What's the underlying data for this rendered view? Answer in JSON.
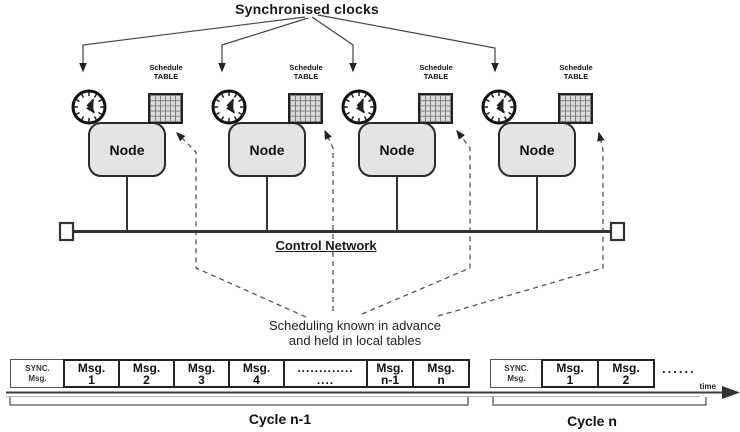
{
  "diagram": {
    "title": "Synchronised clocks",
    "network_label": "Control Network",
    "note_line1": "Scheduling known in advance",
    "note_line2": "and held in local tables",
    "nodes": [
      {
        "label": "Node",
        "schedule_line1": "Schedule",
        "schedule_line2": "TABLE"
      },
      {
        "label": "Node",
        "schedule_line1": "Schedule",
        "schedule_line2": "TABLE"
      },
      {
        "label": "Node",
        "schedule_line1": "Schedule",
        "schedule_line2": "TABLE"
      },
      {
        "label": "Node",
        "schedule_line1": "Schedule",
        "schedule_line2": "TABLE"
      }
    ]
  },
  "timeline": {
    "time_label": "time",
    "trailing_dots": "......",
    "cycle1": {
      "label": "Cycle n-1",
      "slots": [
        {
          "line1": "SYNC.",
          "line2": "Msg."
        },
        {
          "line1": "Msg.",
          "line2": "1"
        },
        {
          "line1": "Msg.",
          "line2": "2"
        },
        {
          "line1": "Msg.",
          "line2": "3"
        },
        {
          "line1": "Msg.",
          "line2": "4"
        },
        {
          "line1": ".............",
          "line2": "...."
        },
        {
          "line1": "Msg.",
          "line2": "n-1"
        },
        {
          "line1": "Msg.",
          "line2": "n"
        }
      ]
    },
    "cycle2": {
      "label": "Cycle n",
      "slots": [
        {
          "line1": "SYNC.",
          "line2": "Msg."
        },
        {
          "line1": "Msg.",
          "line2": "1"
        },
        {
          "line1": "Msg.",
          "line2": "2"
        }
      ]
    }
  },
  "colors": {
    "line": "#333333",
    "dashed_line": "#555555",
    "node_fill": "#e4e4e4",
    "background": "#ffffff"
  }
}
